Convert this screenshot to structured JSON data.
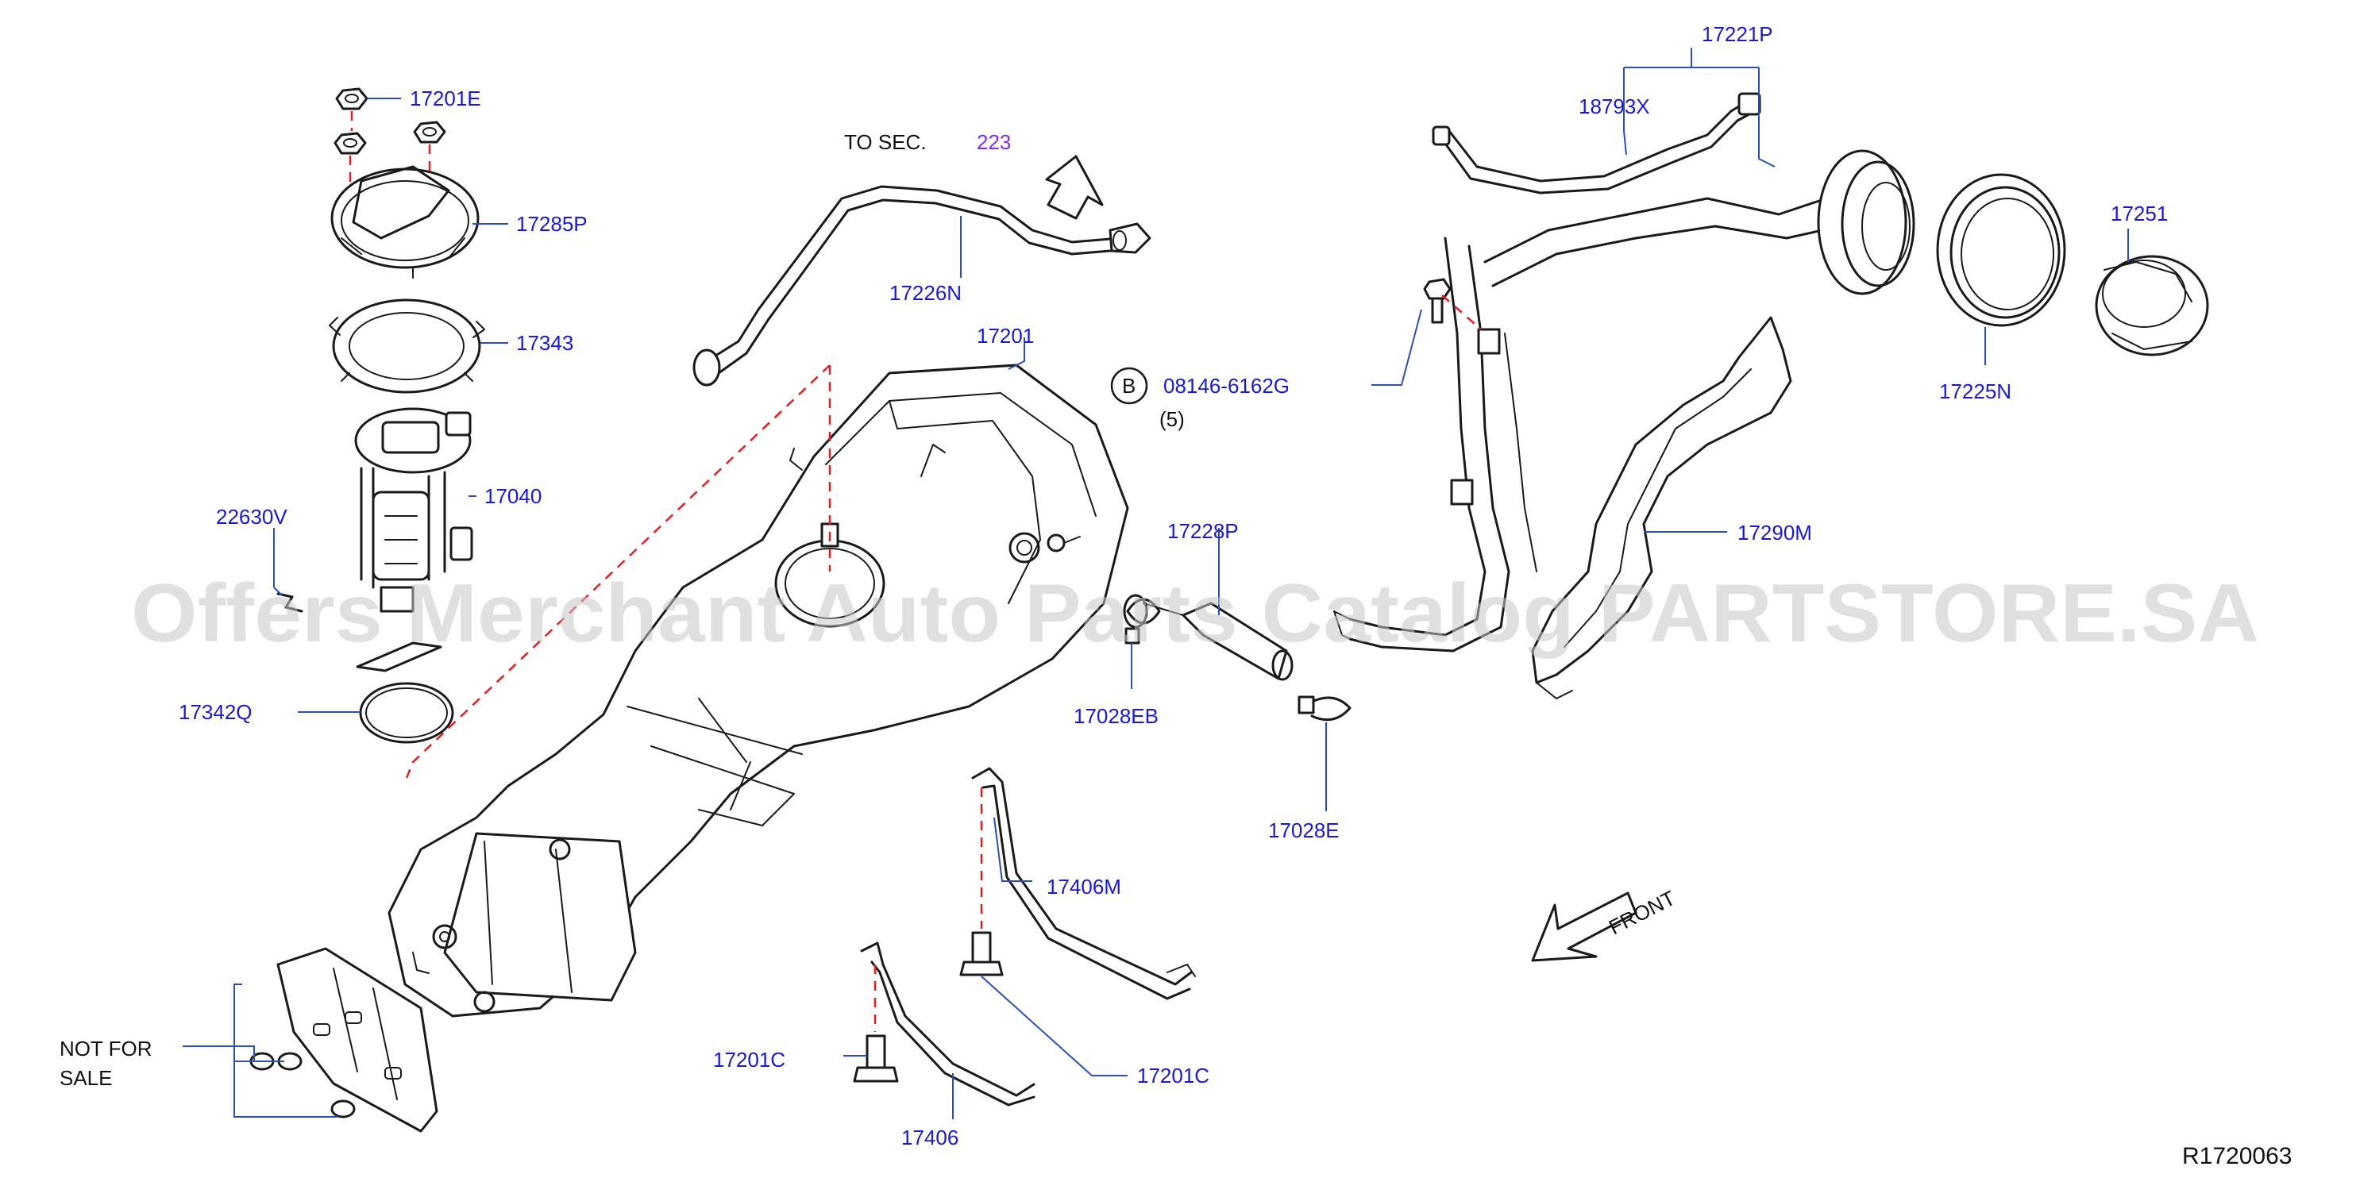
{
  "labels": {
    "l17201E": "17201E",
    "l17285P": "17285P",
    "l17343": "17343",
    "l17040": "17040",
    "l22630V": "22630V",
    "l17342Q": "17342Q",
    "to_sec": "TO   SEC.",
    "sec_num": "223",
    "l17226N": "17226N",
    "l17201": "17201",
    "bolt_letter": "B",
    "l08146": "08146-6162G",
    "qty": "(5)",
    "l17228P": "17228P",
    "l17028EB": "17028EB",
    "l17028E": "17028E",
    "l17406M": "17406M",
    "l17201C_a": "17201C",
    "l17201C_b": "17201C",
    "l17406": "17406",
    "not_for": "NOT    FOR",
    "sale": "SALE",
    "l17221P": "17221P",
    "l18793X": "18793X",
    "l17251": "17251",
    "l17225N": "17225N",
    "l17290M": "17290M",
    "front": "FRONT",
    "diagram_id": "R1720063",
    "watermark": "Offers Merchant Auto Parts Catalog PARTSTORE.SA"
  },
  "colors": {
    "label_blue": "#1a1acc",
    "leader_blue": "#2b4fb8",
    "dash_red": "#e02020",
    "section_purple": "#8a2be2",
    "ink": "#1a1a1a"
  }
}
